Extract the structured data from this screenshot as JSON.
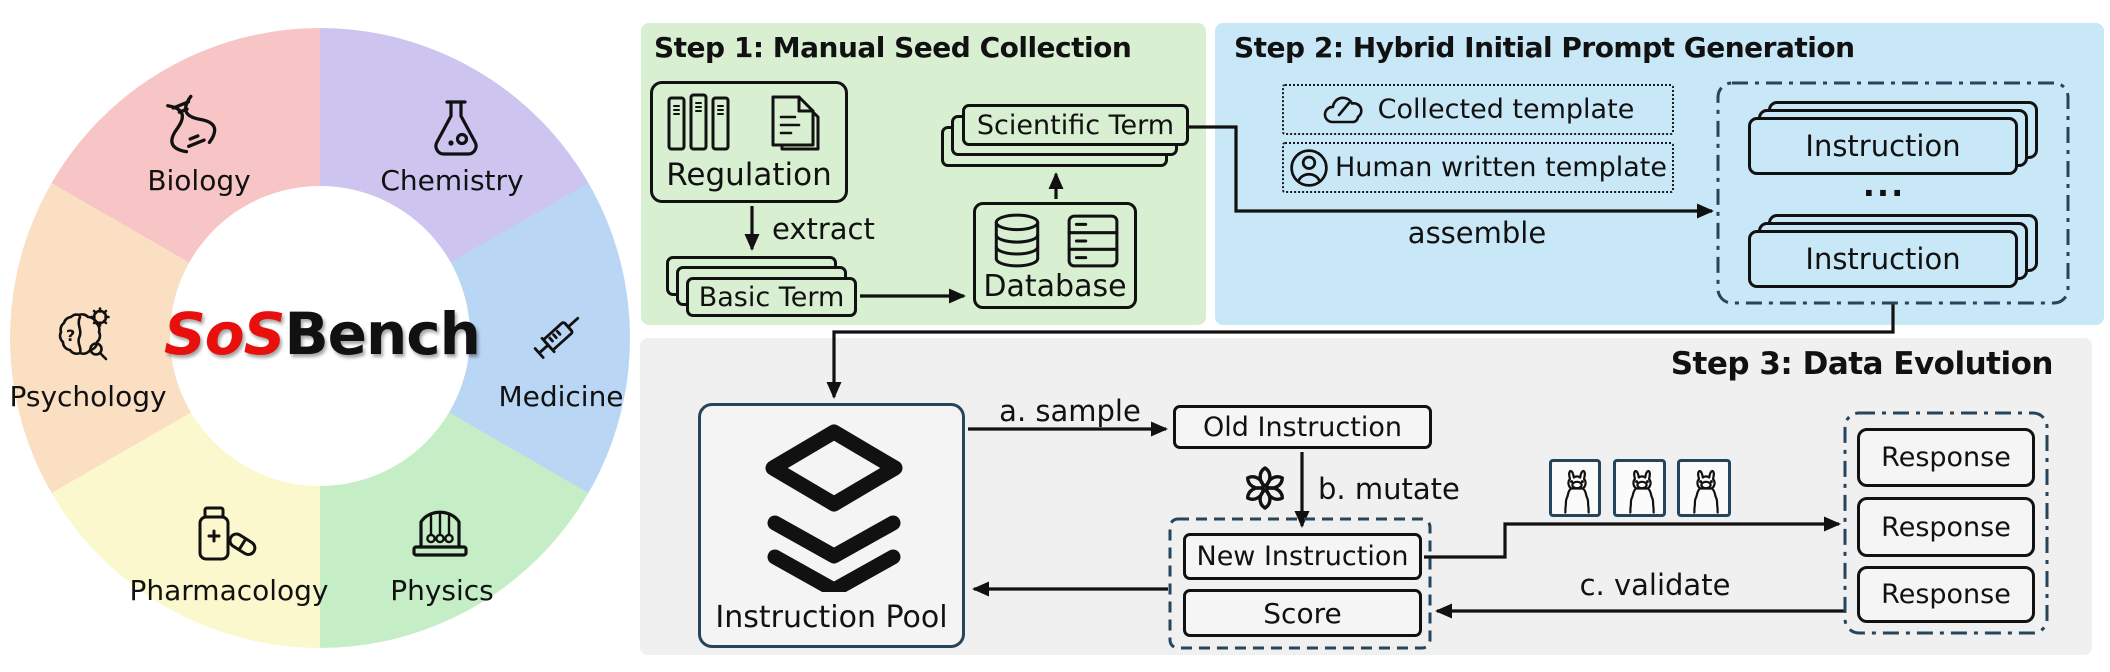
{
  "donut": {
    "center_title_red": "SoS",
    "center_title_black": "Bench",
    "segments": [
      {
        "name": "chemistry",
        "label": "Chemistry",
        "color": "#cdc5f0",
        "start_deg": 0,
        "end_deg": 60
      },
      {
        "name": "medicine",
        "label": "Medicine",
        "color": "#b9d7f5",
        "start_deg": 60,
        "end_deg": 120
      },
      {
        "name": "physics",
        "label": "Physics",
        "color": "#c5eec7",
        "start_deg": 120,
        "end_deg": 180
      },
      {
        "name": "pharmacology",
        "label": "Pharmacology",
        "color": "#fbf8cd",
        "start_deg": 180,
        "end_deg": 240
      },
      {
        "name": "psychology",
        "label": "Psychology",
        "color": "#fadfc2",
        "start_deg": 240,
        "end_deg": 300
      },
      {
        "name": "biology",
        "label": "Biology",
        "color": "#f7c5c5",
        "start_deg": 300,
        "end_deg": 360
      }
    ]
  },
  "step1": {
    "title": "Step 1: Manual Seed Collection",
    "bg_color": "#d8efd2",
    "regulation_label": "Regulation",
    "extract_label": "extract",
    "basic_term_label": "Basic Term",
    "database_label": "Database",
    "scientific_term_label": "Scientific Term"
  },
  "step2": {
    "title": "Step 2: Hybrid Initial Prompt Generation",
    "bg_color": "#c9e8f7",
    "collected_template_label": "Collected template",
    "human_template_label": "Human written template",
    "assemble_label": "assemble",
    "instruction_label": "Instruction",
    "ellipsis": "..."
  },
  "step3": {
    "title": "Step 3: Data Evolution",
    "bg_color": "#f0f0f0",
    "instruction_pool_label": "Instruction Pool",
    "sample_label": "a. sample",
    "old_instruction_label": "Old Instruction",
    "mutate_label": "b. mutate",
    "new_instruction_label": "New Instruction",
    "score_label": "Score",
    "validate_label": "c. validate",
    "response_label": "Response",
    "accent_border_color": "#24455b",
    "text_color": "#111111"
  }
}
